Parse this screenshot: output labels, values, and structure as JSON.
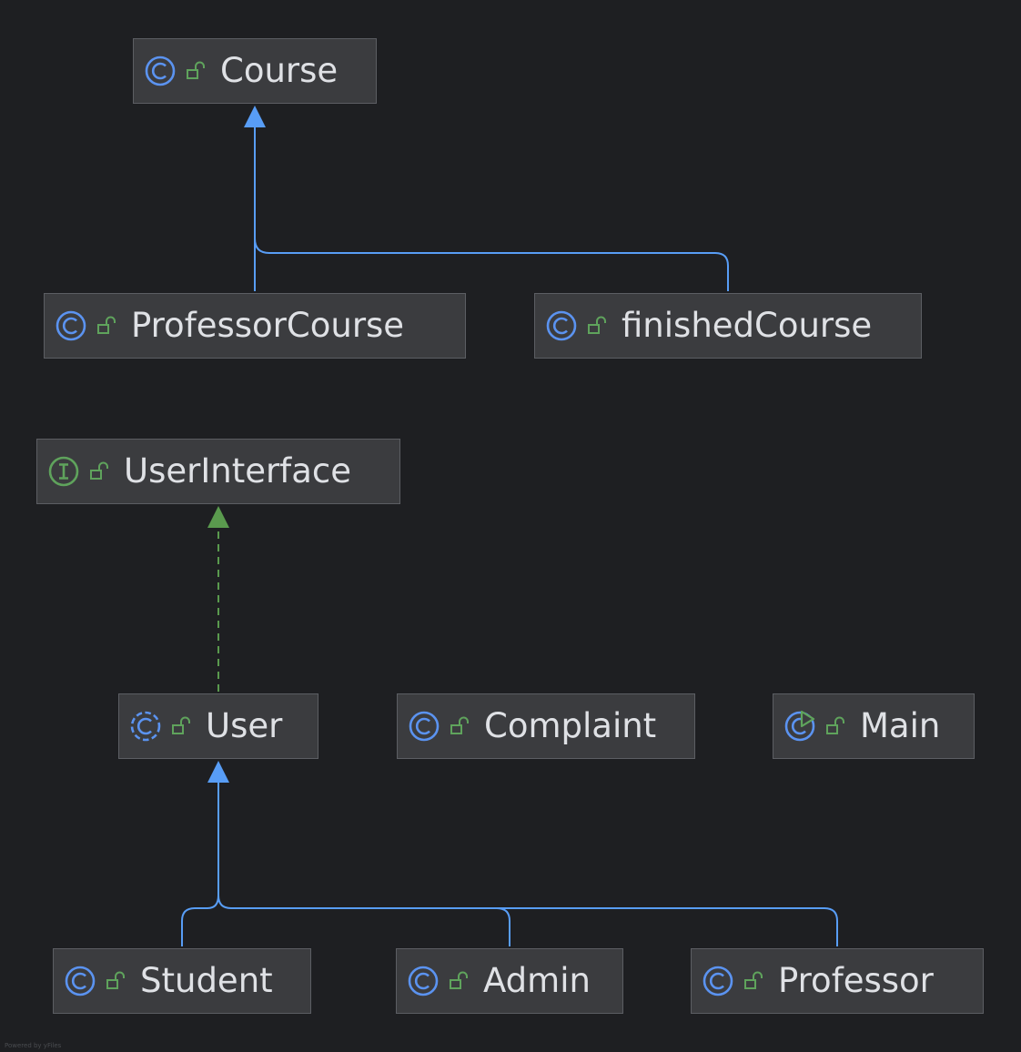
{
  "colors": {
    "background": "#1e1f22",
    "node_fill": "#3b3c3f",
    "node_border": "#5c5e63",
    "text": "#dfe1e5",
    "inheritance_edge": "#589df6",
    "implementation_edge": "#5a9a4e",
    "class_icon": "#5b93f0",
    "interface_icon": "#5fa35c",
    "lock_icon": "#5fa35c"
  },
  "nodes": {
    "course": {
      "label": "Course",
      "kind": "class-icon"
    },
    "professor_course": {
      "label": "ProfessorCourse",
      "kind": "class-icon"
    },
    "finished_course": {
      "label": "finishedCourse",
      "kind": "class-icon"
    },
    "user_interface": {
      "label": "UserInterface",
      "kind": "interface-icon"
    },
    "user": {
      "label": "User",
      "kind": "abstract-class-icon"
    },
    "complaint": {
      "label": "Complaint",
      "kind": "class-icon"
    },
    "main": {
      "label": "Main",
      "kind": "runnable-class-icon"
    },
    "student": {
      "label": "Student",
      "kind": "class-icon"
    },
    "admin": {
      "label": "Admin",
      "kind": "class-icon"
    },
    "professor": {
      "label": "Professor",
      "kind": "class-icon"
    }
  },
  "edges": [
    {
      "from": "ProfessorCourse",
      "to": "Course",
      "type": "extends"
    },
    {
      "from": "finishedCourse",
      "to": "Course",
      "type": "extends"
    },
    {
      "from": "User",
      "to": "UserInterface",
      "type": "implements"
    },
    {
      "from": "Student",
      "to": "User",
      "type": "extends"
    },
    {
      "from": "Admin",
      "to": "User",
      "type": "extends"
    },
    {
      "from": "Professor",
      "to": "User",
      "type": "extends"
    }
  ],
  "footer": "Powered by yFiles"
}
